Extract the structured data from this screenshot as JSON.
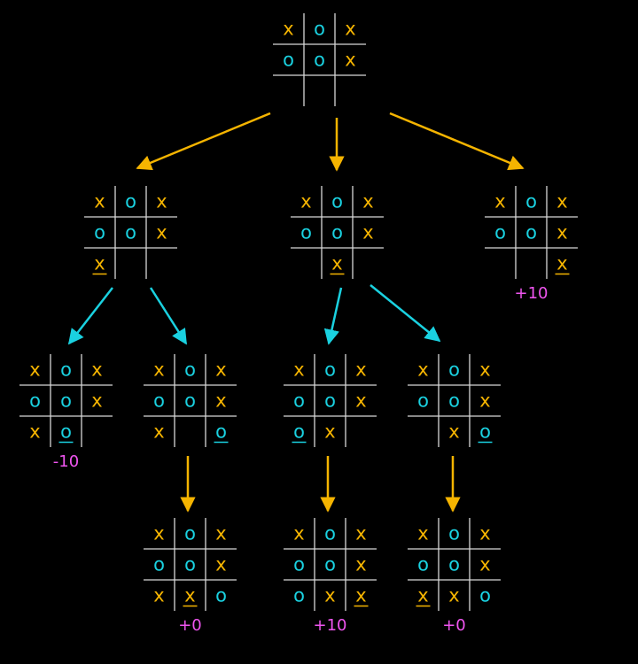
{
  "colors": {
    "background": "#000000",
    "grid": "#d8d8d8",
    "x_mark": "#f5b400",
    "o_mark": "#1ad1e0",
    "score": "#f055f0",
    "arrow_to_x_move": "#f5b400",
    "arrow_to_o_move": "#1ad1e0"
  },
  "boards": [
    {
      "id": "root",
      "cells": [
        "x",
        "o",
        "x",
        "o",
        "o",
        "x",
        "",
        "",
        ""
      ],
      "last_move": null,
      "score": ""
    },
    {
      "id": "a",
      "cells": [
        "x",
        "o",
        "x",
        "o",
        "o",
        "x",
        "x",
        "",
        ""
      ],
      "last_move": 6,
      "score": ""
    },
    {
      "id": "b",
      "cells": [
        "x",
        "o",
        "x",
        "o",
        "o",
        "x",
        "",
        "x",
        ""
      ],
      "last_move": 7,
      "score": ""
    },
    {
      "id": "c",
      "cells": [
        "x",
        "o",
        "x",
        "o",
        "o",
        "x",
        "",
        "",
        "x"
      ],
      "last_move": 8,
      "score": "+10"
    },
    {
      "id": "a1",
      "cells": [
        "x",
        "o",
        "x",
        "o",
        "o",
        "x",
        "x",
        "o",
        ""
      ],
      "last_move": 7,
      "score": "-10"
    },
    {
      "id": "a2",
      "cells": [
        "x",
        "o",
        "x",
        "o",
        "o",
        "x",
        "x",
        "",
        "o"
      ],
      "last_move": 8,
      "score": ""
    },
    {
      "id": "b1",
      "cells": [
        "x",
        "o",
        "x",
        "o",
        "o",
        "x",
        "o",
        "x",
        ""
      ],
      "last_move": 6,
      "score": ""
    },
    {
      "id": "b2",
      "cells": [
        "x",
        "o",
        "x",
        "o",
        "o",
        "x",
        "",
        "x",
        "o"
      ],
      "last_move": 8,
      "score": ""
    },
    {
      "id": "a2x",
      "cells": [
        "x",
        "o",
        "x",
        "o",
        "o",
        "x",
        "x",
        "x",
        "o"
      ],
      "last_move": 7,
      "score": "+0"
    },
    {
      "id": "b1x",
      "cells": [
        "x",
        "o",
        "x",
        "o",
        "o",
        "x",
        "o",
        "x",
        "x"
      ],
      "last_move": 8,
      "score": "+10"
    },
    {
      "id": "b2x",
      "cells": [
        "x",
        "o",
        "x",
        "o",
        "o",
        "x",
        "x",
        "x",
        "o"
      ],
      "last_move": 6,
      "score": "+0"
    }
  ],
  "edges": [
    {
      "from": "root",
      "to": "a",
      "mover": "x"
    },
    {
      "from": "root",
      "to": "b",
      "mover": "x"
    },
    {
      "from": "root",
      "to": "c",
      "mover": "x"
    },
    {
      "from": "a",
      "to": "a1",
      "mover": "o"
    },
    {
      "from": "a",
      "to": "a2",
      "mover": "o"
    },
    {
      "from": "b",
      "to": "b1",
      "mover": "o"
    },
    {
      "from": "b",
      "to": "b2",
      "mover": "o"
    },
    {
      "from": "a2",
      "to": "a2x",
      "mover": "x"
    },
    {
      "from": "b1",
      "to": "b1x",
      "mover": "x"
    },
    {
      "from": "b2",
      "to": "b2x",
      "mover": "x"
    }
  ]
}
